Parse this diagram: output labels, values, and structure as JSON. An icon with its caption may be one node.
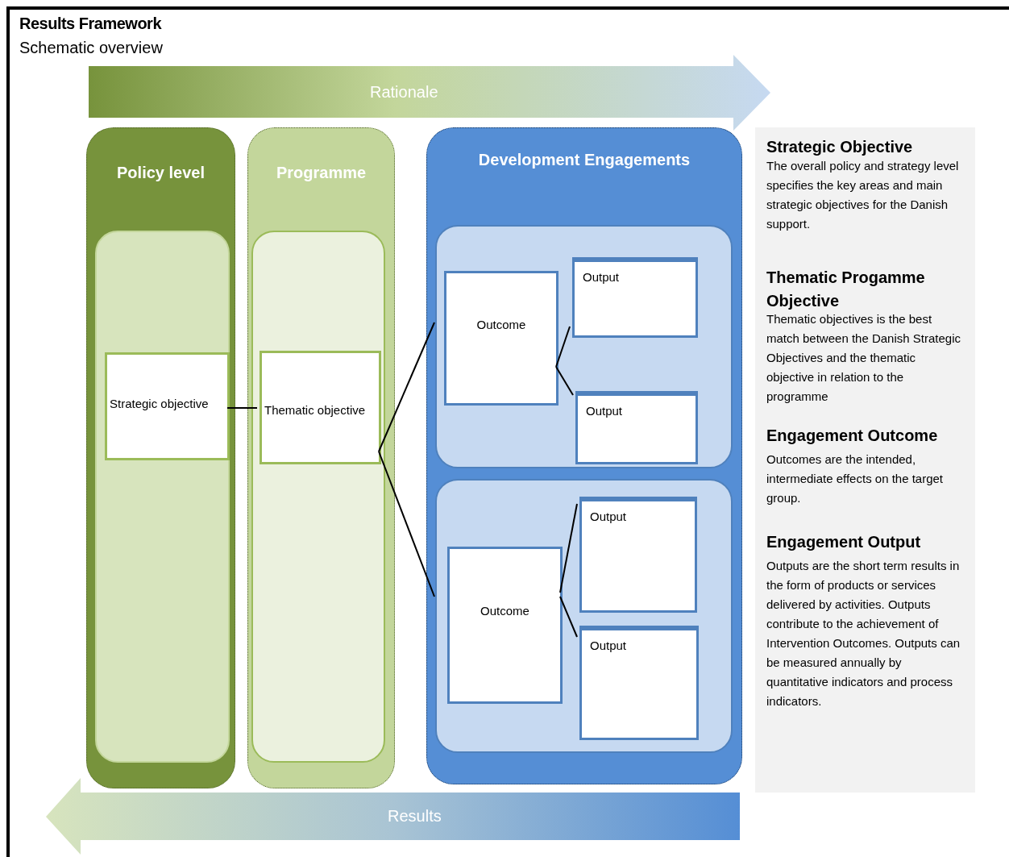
{
  "diagram": {
    "title": "Results Framework",
    "nodes": [
      {
        "text": [
          "Rationale"
        ]
      },
      {
        "text": [
          "Policy level"
        ]
      },
      {
        "text": [],
        "shape": "box",
        "in": 1
      },
      {
        "text": [
          "Strategic objective"
        ],
        "in": 2
      },
      {
        "text": [
          "Programme"
        ]
      },
      {
        "text": [],
        "shape": "box",
        "in": 4
      },
      {
        "text": [
          "Thematic objective"
        ],
        "in": 5
      },
      {
        "text": [
          "Development Engagements"
        ]
      },
      {
        "text": [],
        "shape": "box",
        "in": 7
      },
      {
        "text": [
          "Outcome"
        ],
        "in": 8
      },
      {
        "text": [
          "Output"
        ],
        "in": 8
      },
      {
        "text": [
          "Output"
        ],
        "in": 8
      },
      {
        "text": [],
        "shape": "box",
        "in": 7
      },
      {
        "text": [
          "Outcome"
        ],
        "in": 12
      },
      {
        "text": [
          "Output"
        ],
        "in": 12
      },
      {
        "text": [
          "Output"
        ],
        "in": 12
      },
      {
        "text": [
          "Results"
        ]
      },
      {
        "text": [
          "Strategic Objective",
          "The overall policy and strategy level specifies the key areas and main strategic objectives for the Danish support.",
          "Thematic Progamme Objective",
          "Thematic objectives is the best match between the Danish Strategic Objectives and the thematic objective in relation to the programme",
          "Engagement Outcome",
          "Outcomes are the intended, intermediate effects on the target group.",
          "Engagement Output",
          "Outputs are the short term results in the form of products or services delivered by activities. Outputs contribute to the achievement of Intervention Outcomes. Outputs can be measured annually by quantitative indicators and process indicators."
        ]
      }
    ],
    "edges": [
      {
        "from": 3,
        "to": 6,
        "arrow": "none"
      },
      {
        "from": 6,
        "to": 8,
        "arrow": "none"
      },
      {
        "from": 6,
        "to": 12,
        "arrow": "none"
      },
      {
        "from": 9,
        "to": 10,
        "arrow": "none"
      },
      {
        "from": 9,
        "to": 11,
        "arrow": "none"
      },
      {
        "from": 13,
        "to": 14,
        "arrow": "none"
      },
      {
        "from": 13,
        "to": 15,
        "arrow": "none"
      }
    ],
    "labels": [
      "Schematic overview"
    ]
  }
}
